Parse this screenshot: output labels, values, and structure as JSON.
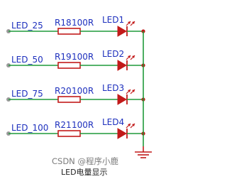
{
  "colors": {
    "wire": "#1f9a3a",
    "component": "#c21a1a",
    "label": "#1d2fbd",
    "junction": "#c21a1a",
    "net_pin": "#9a9a9a"
  },
  "rows": [
    {
      "net": "LED_25",
      "resistor": "R18",
      "value": "100R",
      "led": "LED1"
    },
    {
      "net": "LED_50",
      "resistor": "R19",
      "value": "100R",
      "led": "LED2"
    },
    {
      "net": "LED_75",
      "resistor": "R20",
      "value": "100R",
      "led": "LED3"
    },
    {
      "net": "LED_100",
      "resistor": "R21",
      "value": "100R",
      "led": "LED4"
    }
  ],
  "ground_icon": "ground-icon",
  "watermark": "CSDN @程序小鹿",
  "caption": "LED电量显示"
}
